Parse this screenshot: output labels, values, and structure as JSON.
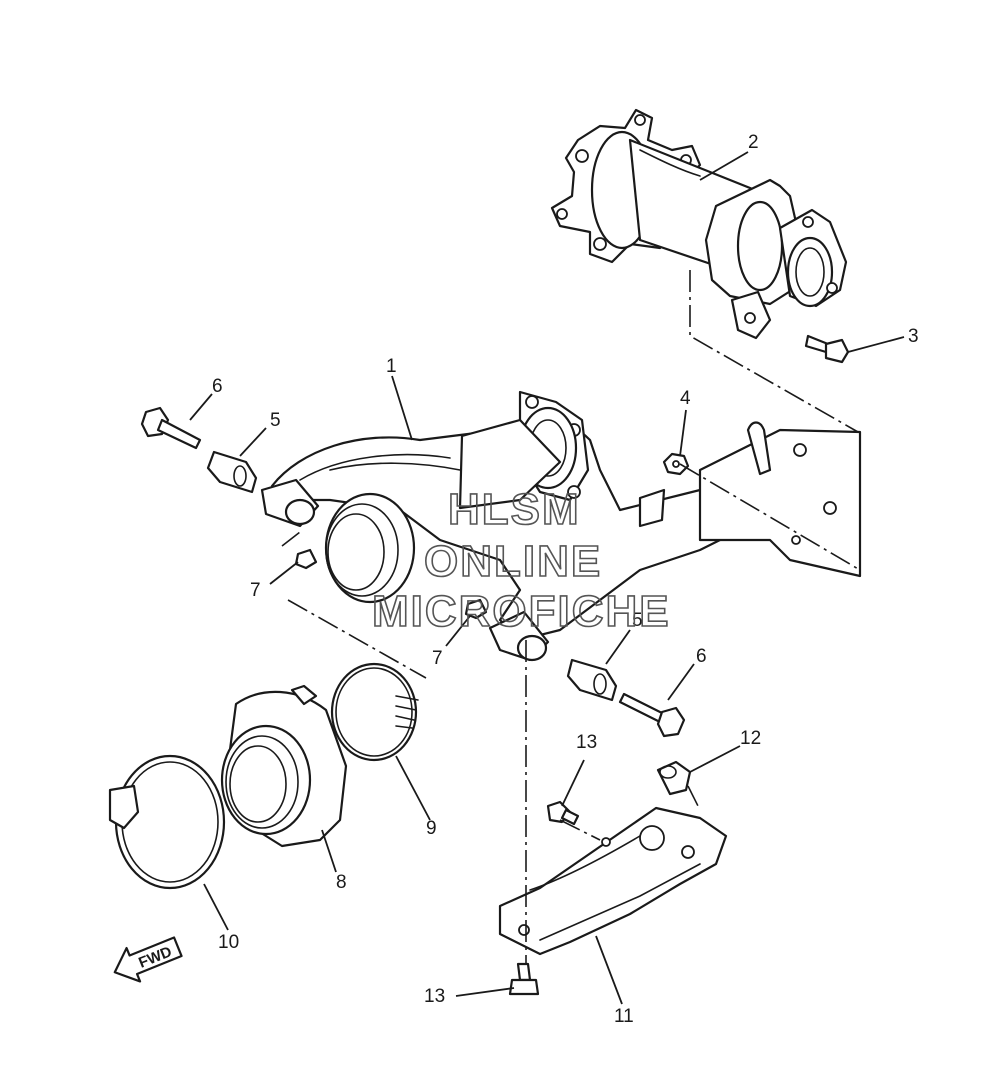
{
  "watermark": {
    "line1": "HLSM",
    "line2": "ONLINE",
    "line3": "MICROFICHE"
  },
  "direction_badge": "FWD",
  "callouts": [
    {
      "id": "c1",
      "label": "1"
    },
    {
      "id": "c2",
      "label": "2"
    },
    {
      "id": "c3",
      "label": "3"
    },
    {
      "id": "c4",
      "label": "4"
    },
    {
      "id": "c5a",
      "label": "5"
    },
    {
      "id": "c5b",
      "label": "5"
    },
    {
      "id": "c6a",
      "label": "6"
    },
    {
      "id": "c6b",
      "label": "6"
    },
    {
      "id": "c7a",
      "label": "7"
    },
    {
      "id": "c7b",
      "label": "7"
    },
    {
      "id": "c8",
      "label": "8"
    },
    {
      "id": "c9",
      "label": "9"
    },
    {
      "id": "c10",
      "label": "10"
    },
    {
      "id": "c11",
      "label": "11"
    },
    {
      "id": "c12",
      "label": "12"
    },
    {
      "id": "c13a",
      "label": "13"
    },
    {
      "id": "c13b",
      "label": "13"
    }
  ]
}
